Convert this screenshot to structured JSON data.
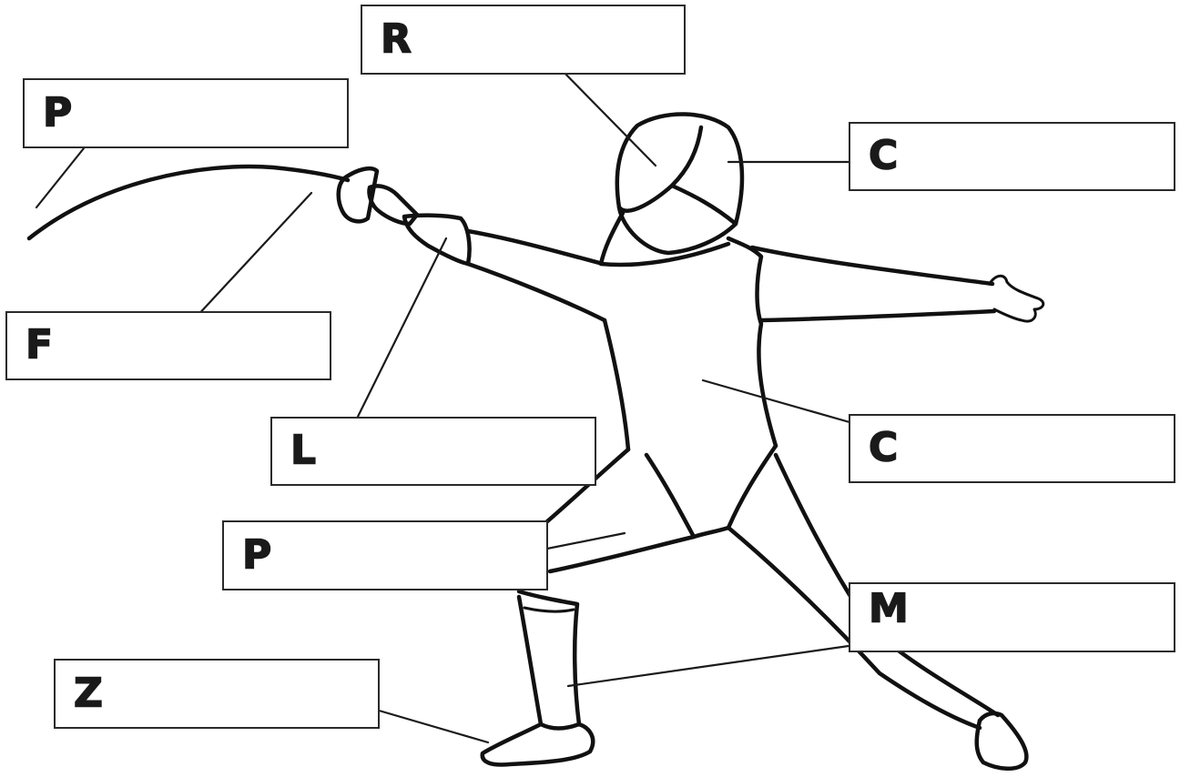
{
  "labels": {
    "mask": "R",
    "point": "P",
    "collar": "C",
    "blade": "F",
    "glove": "L",
    "jacket": "C",
    "breeches": "P",
    "sock": "M",
    "shoe": "Z"
  },
  "ink_color": "#111111"
}
